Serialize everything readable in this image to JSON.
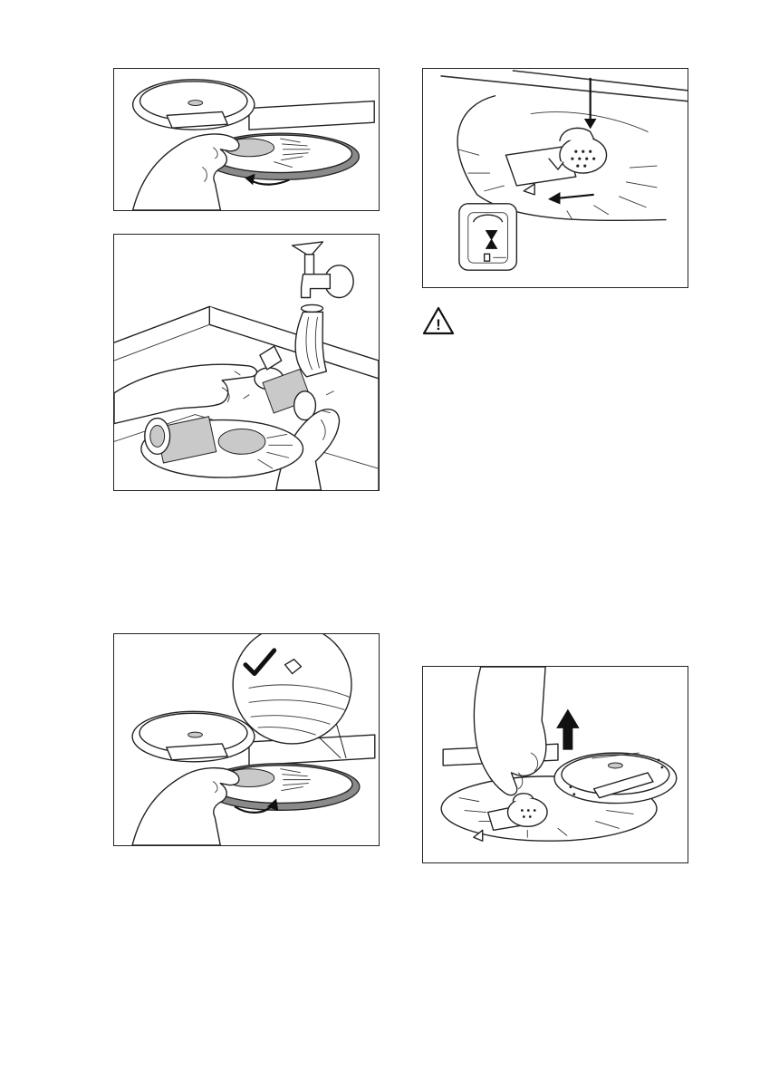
{
  "page": {
    "background": "#ffffff",
    "line_color": "#222222",
    "shade_color": "#8a8a8a"
  },
  "figures": [
    {
      "id": "fig1",
      "icons": [
        "filter-cover-icon",
        "hand-icon",
        "turn-arrow-icon"
      ]
    },
    {
      "id": "fig2",
      "icons": [
        "water-tap-icon",
        "water-stream-icon",
        "hands-icon",
        "filter-icon"
      ]
    },
    {
      "id": "fig3",
      "icons": [
        "down-arrow-icon",
        "filter-icon",
        "left-arrow-icon",
        "lock-detail-icon"
      ]
    },
    {
      "id": "fig4",
      "icons": [
        "checkmark-icon",
        "filter-cover-icon",
        "hand-icon",
        "turn-arrow-icon"
      ]
    },
    {
      "id": "fig5",
      "icons": [
        "up-arrow-icon",
        "hand-icon",
        "filter-icon",
        "filter-cover-icon"
      ]
    }
  ],
  "warning": {
    "icon": "warning-triangle-icon",
    "symbol": "!"
  }
}
